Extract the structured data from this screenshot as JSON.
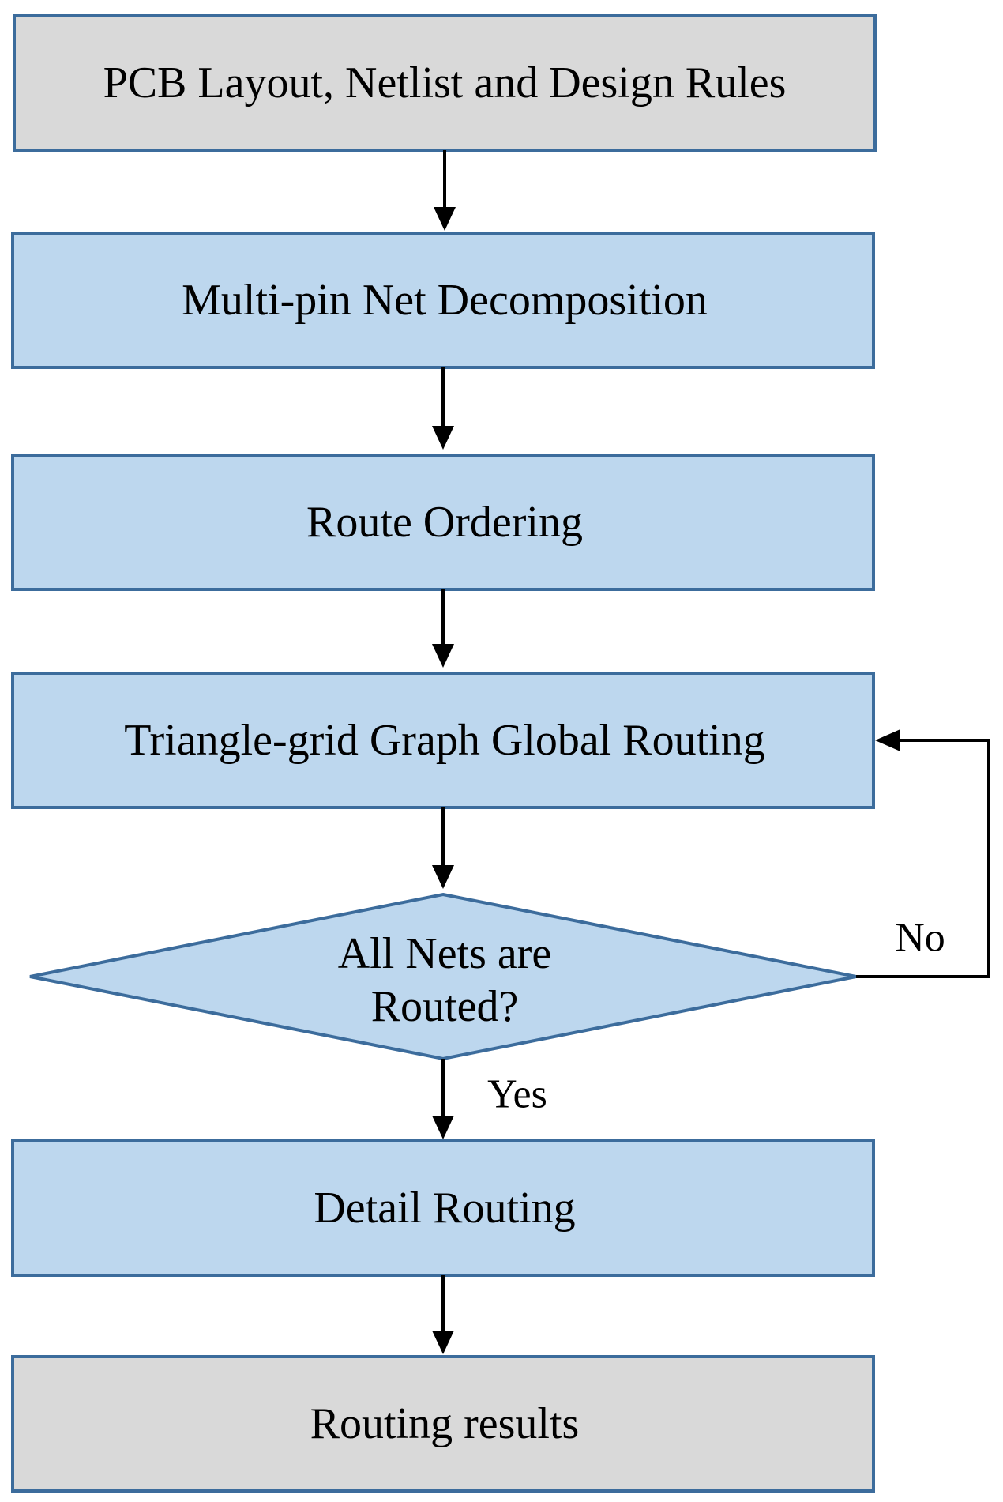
{
  "colors": {
    "io_fill": "#d9d9d9",
    "process_fill": "#bdd7ee",
    "border": "#3c6c9c",
    "arrow": "#000000"
  },
  "nodes": {
    "input": {
      "label": "PCB Layout, Netlist and Design Rules"
    },
    "decomposition": {
      "label": "Multi-pin Net Decomposition"
    },
    "ordering": {
      "label": "Route Ordering"
    },
    "global_routing": {
      "label": "Triangle-grid Graph Global Routing"
    },
    "decision": {
      "line1": "All Nets are",
      "line2": "Routed?"
    },
    "detail_routing": {
      "label": "Detail Routing"
    },
    "output": {
      "label": "Routing results"
    }
  },
  "edges": {
    "no_label": "No",
    "yes_label": "Yes"
  }
}
